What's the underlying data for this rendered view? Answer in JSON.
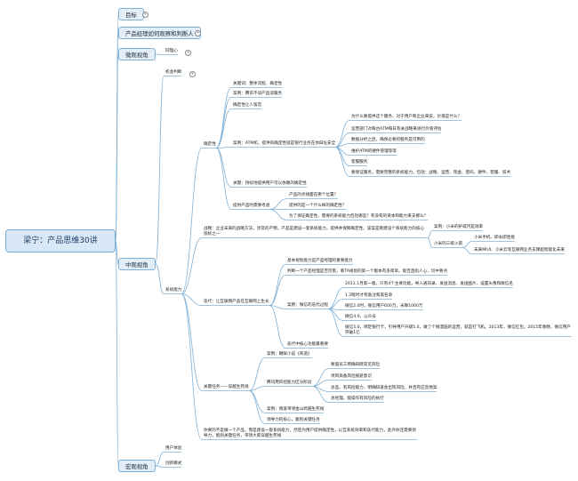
{
  "root": "梁宁：产品思维30讲",
  "branches": {
    "b1": "目标",
    "b2": "产品经理如何观察和判断人",
    "b3": "微观视角",
    "b4": "中观视角",
    "b5": "宏观视角"
  },
  "micro": {
    "tongli": "同理心"
  },
  "mid": {
    "jihui": "机会判断",
    "xitong": "系统能力",
    "queding": "确定性",
    "k1": "关键词：整体流程、确定性",
    "k2": "案例：腾讯不谈产品谈服务",
    "k3": "确定性让人留恋",
    "atm": "案例：ATM机，提供的确定性就是银行业务在你旧址安全",
    "atm1": "为什么要提供这个服务，对于用户和企业来说，价值是什么？",
    "atm2": "运营部门对每台ATM每日有关战略来进行价值评估",
    "atm3": "数据分析之后，确保必要的服务是可用的",
    "atm4": "维护ATM的硬件管理等等",
    "atm5": "客服服务",
    "atm6": "要保证服务，需要完整的系统能力，包括：战略、运营、现金、密码、硬件、客服、技术",
    "k4": "关键：持续地提供用户可以依赖的确定性",
    "tigong": "提供产品时需要考虑",
    "t1": "产品的点线面在哪个位置？",
    "t2": "提供的是一个什么样的确定性？",
    "t3": "为了保证确定性，需要的系统能力包括哪些？有没有的资本和能力来支撑么？",
    "zhanlue": "战略：企业未来的战略方法，涉及的产物，产品是建设一套系统能力，提供并保障确定性。该案是看建设个系统能力的核心指标之一",
    "xm": "案例：小米的护城河是效率",
    "xmsan": "小米的三级火箭",
    "xm1": "小米手机、即永即连接",
    "xm2": "未来MIUI、小米云等互联网业务支撑超智能化未来",
    "diedai": "迭代：让互联网产品在互联网上生长",
    "d1": "基本规划能力是产品经理的重要能力",
    "d2": "判断一个产品经理是否厉害，看TA规划的第一个版本有多简单，能否直指人心，切中要点",
    "weixin": "案例：微信的迭代过程",
    "w1": "2011.1月第一版，只有4个主要功能，导入通讯录、发送消息、发送图片、设置头像和微信名",
    "w2": "1.2版时才有备注和黑名单",
    "w3": "微信2.0时，微信用户600万，米聊1000万",
    "w4": "微信4.0，公众号",
    "w5": "微信5.0，绑定银行卡，引导用户升级5.0，做了个微漫画的运营，就是打飞机。2013年，微信红包，2015年春晚，微信用户突破1亿",
    "d3": "迭代中核心功能最重要",
    "guanjian": "关键任务——穿越生死线",
    "g1": "案例：朝鲜小说《商道》",
    "tengxun": "腾讯用风控能力区分阶段",
    "tx1": "要遏员工明确知晓常见风险",
    "tx2": "项目具备风险规避意识",
    "tx3": "总监、有风控能力，明确知道会出现风险，并且有应急预案",
    "tx4": "总经理，能操作有风险的执行",
    "g2": "案例：情爱带领金山跨越生死线",
    "g3": "领导力的核心，甄别关键任务",
    "summary1": "你要的不是做一个产品，而是建设一套系统能力，然后为用户提供确定性，以互系统效率和迭代能力，此外你还需要领导力，甄别关键任务，带领大家穿越生死线"
  },
  "macro": {
    "yonghu": "用户体验",
    "chuangxin": "创新模式"
  }
}
